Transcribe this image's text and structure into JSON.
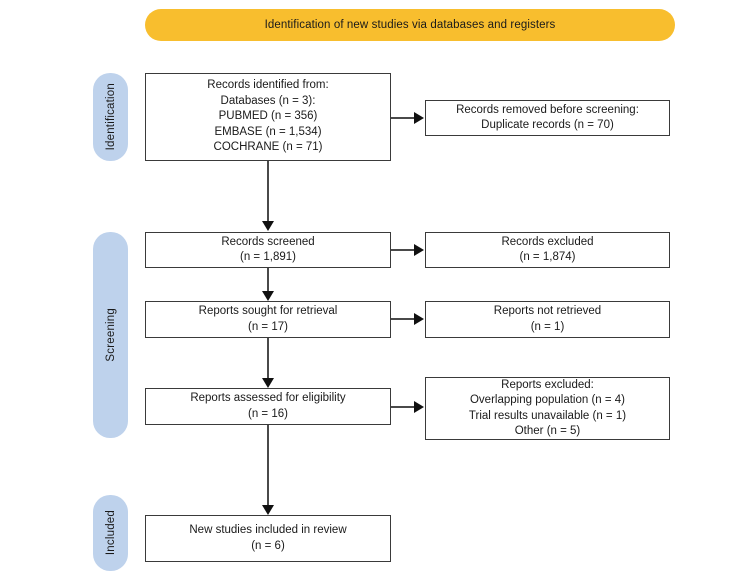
{
  "banner": {
    "title": "Identification of new studies via databases and registers",
    "color": "#F8BE2E"
  },
  "stages": {
    "color": "#BED2EC",
    "identification": "Identification",
    "screening": "Screening",
    "included": "Included"
  },
  "boxes": {
    "identified": {
      "lines": [
        "Records identified from:",
        "Databases (n = 3):",
        "PUBMED (n = 356)",
        "EMBASE (n = 1,534)",
        "COCHRANE (n = 71)"
      ]
    },
    "removed": {
      "lines": [
        "Records removed before screening:",
        "Duplicate records (n = 70)"
      ]
    },
    "screened": {
      "lines": [
        "Records screened",
        "(n = 1,891)"
      ]
    },
    "excluded": {
      "lines": [
        "Records excluded",
        "(n = 1,874)"
      ]
    },
    "sought": {
      "lines": [
        "Reports sought for retrieval",
        "(n = 17)"
      ]
    },
    "not_retrieved": {
      "lines": [
        "Reports not retrieved",
        "(n = 1)"
      ]
    },
    "assessed": {
      "lines": [
        "Reports assessed for eligibility",
        "(n = 16)"
      ]
    },
    "reports_excluded": {
      "lines": [
        "Reports excluded:",
        "Overlapping population (n = 4)",
        "Trial results unavailable (n = 1)",
        "Other (n = 5)"
      ]
    },
    "included": {
      "lines": [
        "New studies included in review",
        "(n = 6)"
      ]
    }
  }
}
